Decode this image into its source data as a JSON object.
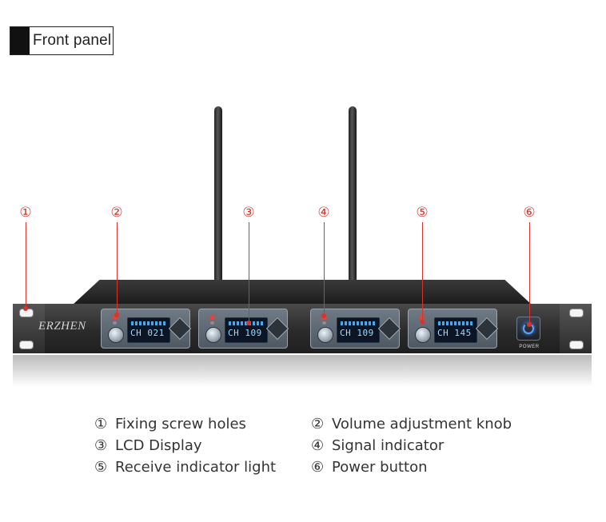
{
  "header": {
    "title": "Front panel"
  },
  "callouts": [
    "①",
    "②",
    "③",
    "④",
    "⑤",
    "⑥"
  ],
  "device": {
    "brand": "ERZHEN",
    "power_label": "POWER",
    "channels": [
      {
        "display": "CH 021"
      },
      {
        "display": "CH 109"
      },
      {
        "display": "CH 109"
      },
      {
        "display": "CH 145"
      }
    ]
  },
  "legend": [
    {
      "num": "①",
      "label": "Fixing screw holes"
    },
    {
      "num": "②",
      "label": "Volume adjustment knob"
    },
    {
      "num": "③",
      "label": "LCD Display"
    },
    {
      "num": "④",
      "label": "Signal indicator"
    },
    {
      "num": "⑤",
      "label": "Receive indicator light"
    },
    {
      "num": "⑥",
      "label": "Power button"
    }
  ],
  "colors": {
    "callout": "#d9332d",
    "lcd_text": "#9fd8ff",
    "power_glow": "#5aa9ff"
  }
}
